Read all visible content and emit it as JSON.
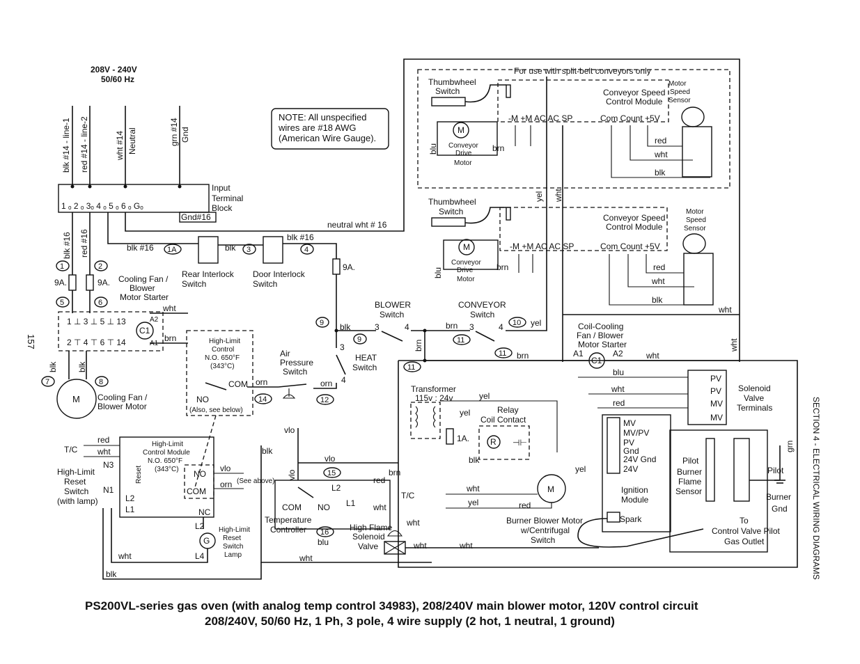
{
  "supply": {
    "voltage": "208V - 240V",
    "freq": "50/60 Hz"
  },
  "input_wires": {
    "w1": "blk #14 - line-1",
    "w2": "red #14 - line-2",
    "w3a": "wht #14",
    "w3b": "Neutral",
    "w4a": "grn #14",
    "w4b": "Gnd"
  },
  "note": {
    "l1": "NOTE: All unspecified",
    "l2": "wires are #18 AWG",
    "l3": "(American Wire Gauge)."
  },
  "terminal_block": {
    "l1": "Input",
    "l2": "Terminal",
    "l3": "Block",
    "nums": "1 ₒ 2 ₒ 3ₒ 4 ₒ 5 ₒ 6 ₒ Gₒ",
    "gnd": "Gnd#16"
  },
  "labels": {
    "neutral_wht": "neutral wht # 16",
    "blk16_a": "blk #16",
    "blk16_b": "blk #16",
    "blk16_c": "blk #16",
    "red16": "red #16",
    "blk16_left": "blk #16",
    "blk": "blk",
    "rear_interlock_1": "Rear Interlock",
    "rear_interlock_2": "Switch",
    "door_interlock_1": "Door Interlock",
    "door_interlock_2": "Switch",
    "fuse_9a": "9A.",
    "fuse_9a_l": "9A.",
    "fuse_9a_r": "9A.",
    "cf_starter_1": "Cooling Fan /",
    "cf_starter_2": "Blower",
    "cf_starter_3": "Motor Starter",
    "wht": "wht",
    "brn": "brn",
    "c1": "C1",
    "a1": "A1",
    "a2": "A2",
    "cf_motor_1": "Cooling Fan /",
    "cf_motor_2": "Blower Motor",
    "m": "M",
    "hl_control_1": "High-Limit",
    "hl_control_2": "Control",
    "hl_control_3": "N.O. 650°F",
    "hl_control_4": "(343°C)",
    "hl_com": "COM",
    "hl_no": "NO",
    "hl_also": "(Also, see below)",
    "orn": "orn",
    "air_1": "Air",
    "air_2": "Pressure",
    "air_3": "Switch",
    "blower_1": "BLOWER",
    "blower_2": "Switch",
    "conveyor_1": "CONVEYOR",
    "conveyor_2": "Switch",
    "heat_1": "HEAT",
    "heat_2": "Switch",
    "yel": "yel",
    "coil_cool_1": "Coil-Cooling",
    "coil_cool_2": "Fan / Blower",
    "coil_cool_3": "Motor Starter",
    "split_belt": "For use with split-belt conveyors only",
    "thumbwheel_1": "Thumbwheel",
    "thumbwheel_2": "Switch",
    "csc_1": "Conveyor Speed",
    "csc_2": "Control Module",
    "msensor_1": "Motor",
    "msensor_2": "Speed",
    "msensor_3": "Sensor",
    "cterm": "-M  +M  AC  AC  SP",
    "cterm2": "-M  +M  AC  AC  SP",
    "cnt": "Com Count +5V",
    "cdrive_1": "Conveyor",
    "cdrive_2": "Drive",
    "cdrive_3": "Motor",
    "blu": "blu",
    "red": "red",
    "transformer_1": "Transformer",
    "transformer_2": "115v : 24v",
    "relay_1": "Relay",
    "relay_2": "Coil  Contact",
    "r": "R",
    "fuse_1a": "1A.",
    "vlo": "vlo",
    "tc": "T/C",
    "temp_ctrl_1": "Temperature",
    "temp_ctrl_2": "Controller",
    "com": "COM",
    "no": "NO",
    "l1": "L1",
    "l2": "L2",
    "flame_1": "High Flame",
    "flame_2": "Solenoid",
    "flame_3": "Valve",
    "burner_1": "Burner Blower Motor",
    "burner_2": "w/Centrifugal",
    "burner_3": "Switch",
    "sol_1": "Solenoid",
    "sol_2": "Valve",
    "sol_3": "Terminals",
    "pv": "PV",
    "mv": "MV",
    "ign_1": "Ignition",
    "ign_2": "Module",
    "ign_spark": "Spark",
    "ign_terms": "MV\nMV/PV\nPV\nGnd\n24V Gnd\n24V",
    "pilot_1": "Pilot",
    "pilot_2": "Burner",
    "pilot_3": "Flame",
    "pilot_4": "Sensor",
    "pgnd_1": "Pilot",
    "pgnd_2": "Burner",
    "pgnd_3": "Gnd",
    "ctrl_valve_1": "To",
    "ctrl_valve_2": "Control Valve Pilot",
    "ctrl_valve_3": "Gas Outlet",
    "grn": "grn",
    "hlm_1": "High-Limit",
    "hlm_2": "Control Module",
    "hlm_3": "N.O. 650°F",
    "hlm_4": "(343°C)",
    "reset": "Reset",
    "hlreset_1": "High-Limit",
    "hlreset_2": "Reset",
    "hlreset_3": "Switch",
    "hlreset_4": "(with lamp)",
    "n3": "N3",
    "n1": "N1",
    "nc": "NC",
    "l2b": "L2",
    "l4": "L4",
    "g": "G",
    "lamp_1": "High-Limit",
    "lamp_2": "Reset",
    "lamp_3": "Switch",
    "lamp_4": "Lamp",
    "see_above": "(See above)",
    "page": "157",
    "section": "SECTION 4 - ELECTRICAL WIRING DIAGRAMS"
  },
  "wire_numbers": [
    "1",
    "2",
    "1A",
    "3",
    "4",
    "5",
    "6",
    "7",
    "8",
    "9",
    "9",
    "10",
    "11",
    "11",
    "11",
    "12",
    "14",
    "15",
    "16"
  ],
  "caption": {
    "line1": "PS200VL-series gas oven (with analog temp control 34983), 208/240V main blower motor, 120V control circuit",
    "line2": "208/240V, 50/60 Hz, 1 Ph, 3 pole, 4 wire supply (2 hot, 1 neutral, 1 ground)"
  }
}
